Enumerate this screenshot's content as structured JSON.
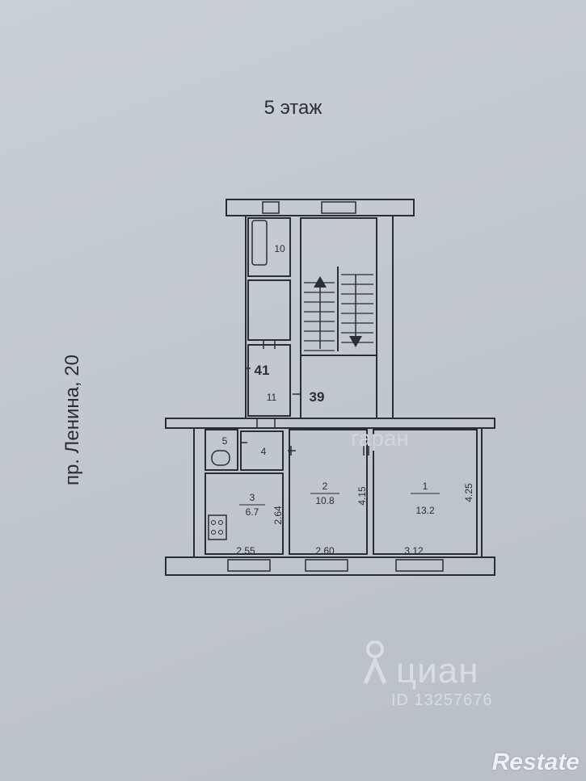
{
  "floor_title": "5 этаж",
  "street_label": "пр. Ленина, 20",
  "rooms": [
    {
      "number": "1",
      "area": "13.2"
    },
    {
      "number": "2",
      "area": "10.8"
    },
    {
      "number": "3",
      "area": "6.7"
    },
    {
      "number": "4"
    },
    {
      "number": "5"
    },
    {
      "number": "10"
    },
    {
      "number": "11"
    }
  ],
  "apartment_numbers": [
    "41",
    "39"
  ],
  "dimensions": {
    "w_room3": "2.55",
    "w_room2": "2.60",
    "w_room1": "3.12",
    "h_room3": "2.64",
    "h_room2": "4.15",
    "h_room1": "4.25"
  },
  "watermarks": {
    "agency": "гаран",
    "portal": "циан",
    "portal_id": "ID 13257676",
    "site": "Restate"
  },
  "colors": {
    "paper": "#c4cad1",
    "ink": "#2a2d31"
  }
}
